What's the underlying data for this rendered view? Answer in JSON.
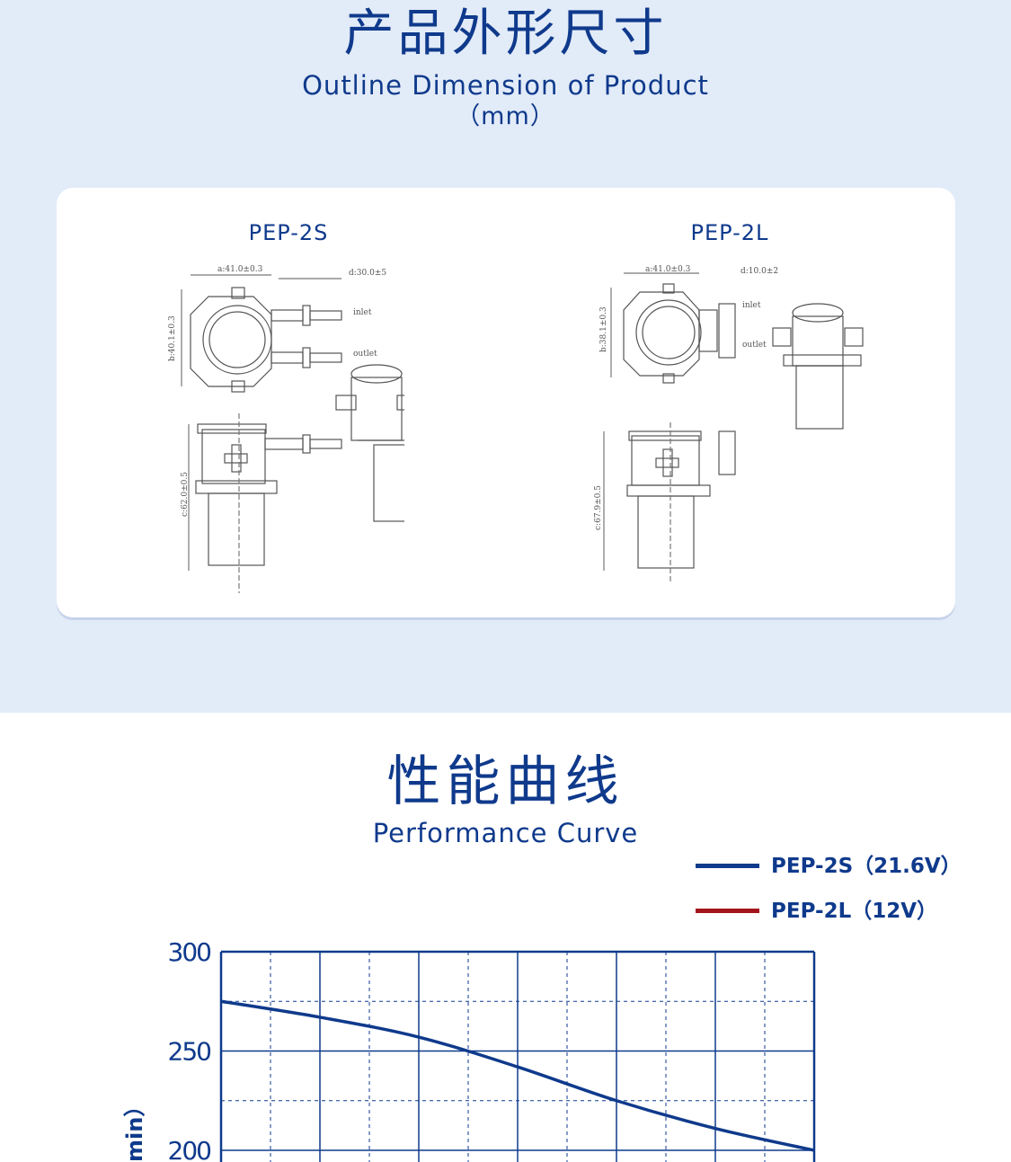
{
  "outline_section": {
    "title_cn": "产品外形尺寸",
    "title_en": "Outline Dimension of Product",
    "unit": "（mm）",
    "models": [
      {
        "name": "PEP-2S",
        "dim_a": "a:41.0±0.3",
        "dim_b": "b:40.1±0.3",
        "dim_c": "c:62.0±0.5",
        "dim_d": "d:30.0±5",
        "inlet": "inlet",
        "outlet": "outlet"
      },
      {
        "name": "PEP-2L",
        "dim_a": "a:41.0±0.3",
        "dim_b": "b:38.1±0.3",
        "dim_c": "c:67.9±0.5",
        "dim_d": "d:10.0±2",
        "inlet": "inlet",
        "outlet": "outlet"
      }
    ]
  },
  "performance_section": {
    "title_cn": "性能曲线",
    "title_en": "Performance Curve",
    "legend": [
      {
        "label": "PEP-2S（21.6V）",
        "color": "#0f3a8c"
      },
      {
        "label": "PEP-2L（12V）",
        "color": "#a3151c"
      }
    ]
  },
  "chart_data": {
    "type": "line",
    "ylabel_partial": "min）",
    "yticks": [
      300,
      250,
      200
    ],
    "ylim_visible": [
      200,
      300
    ],
    "grid": true,
    "legend_position": "top-right",
    "series": [
      {
        "name": "PEP-2S（21.6V）",
        "color": "#0f3a8c",
        "x": [
          0,
          1,
          2,
          3,
          4,
          5,
          6
        ],
        "y": [
          275,
          267,
          257,
          242,
          225,
          211,
          200
        ]
      }
    ]
  }
}
